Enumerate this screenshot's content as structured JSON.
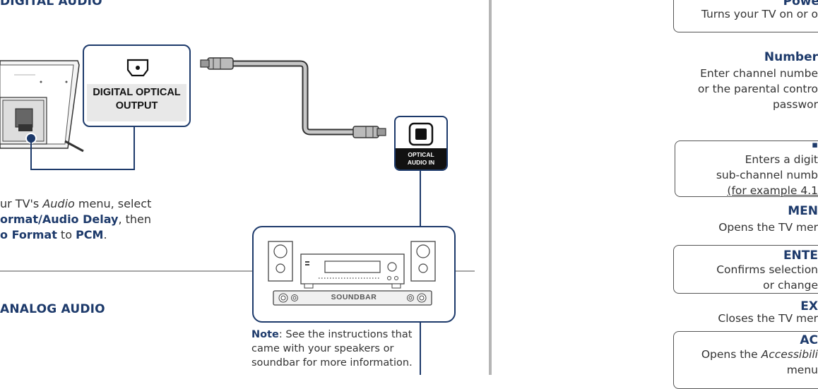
{
  "left": {
    "section1_heading": "DIGITAL AUDIO",
    "tv_port_label_line1": "DIGITAL OPTICAL",
    "tv_port_label_line2": "OUTPUT",
    "audio_in_line1": "OPTICAL",
    "audio_in_line2": "AUDIO IN",
    "instruction": {
      "p1": "ur TV's ",
      "menu": "Audio",
      "p2": " menu, select",
      "format_delay": "ormat/Audio Delay",
      "p3": ", then",
      "audio_format": "o Format",
      "p4": " to ",
      "pcm": "PCM",
      "p5": "."
    },
    "section2_heading": "ANALOG AUDIO",
    "soundbar_label": "SOUNDBAR",
    "note_label": "Note",
    "note_text_1": ": See the instructions that",
    "note_text_2": "came with your speakers or",
    "note_text_3": "soundbar for more information."
  },
  "right": {
    "power_title": "Powe",
    "power_desc": "Turns your TV on or o",
    "numbers_title": "Number",
    "numbers_desc_1": "Enter channel numbe",
    "numbers_desc_2": "or the parental contro",
    "numbers_desc_3": "passwor",
    "dot_title": "▪",
    "dot_desc_1": "Enters a digit",
    "dot_desc_2": "sub-channel numb",
    "dot_desc_3": "(for example 4.1",
    "menu_title": "MEN",
    "menu_desc": "Opens the TV mer",
    "enter_title": "ENTE",
    "enter_desc_1": "Confirms selection",
    "enter_desc_2": "or change",
    "exit_title": "EX",
    "exit_desc": "Closes the TV mer",
    "acc_title": "AC",
    "acc_desc_1a": "Opens the ",
    "acc_desc_1b": "Accessibili",
    "acc_desc_2": "menu"
  }
}
